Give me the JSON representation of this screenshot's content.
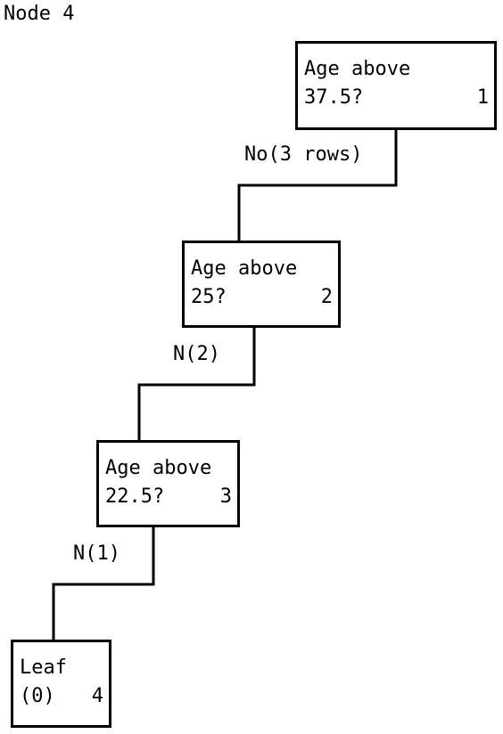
{
  "title": "Node 4",
  "nodes": [
    {
      "line1": "Age above",
      "line2": "37.5?",
      "id": "1"
    },
    {
      "line1": "Age above",
      "line2": "25?",
      "id": "2"
    },
    {
      "line1": "Age above",
      "line2": "22.5?",
      "id": "3"
    },
    {
      "line1": "Leaf",
      "line2": "(0)",
      "id": "4"
    }
  ],
  "edges": [
    {
      "label": "No(3 rows)"
    },
    {
      "label": "N(2)"
    },
    {
      "label": "N(1)"
    }
  ]
}
